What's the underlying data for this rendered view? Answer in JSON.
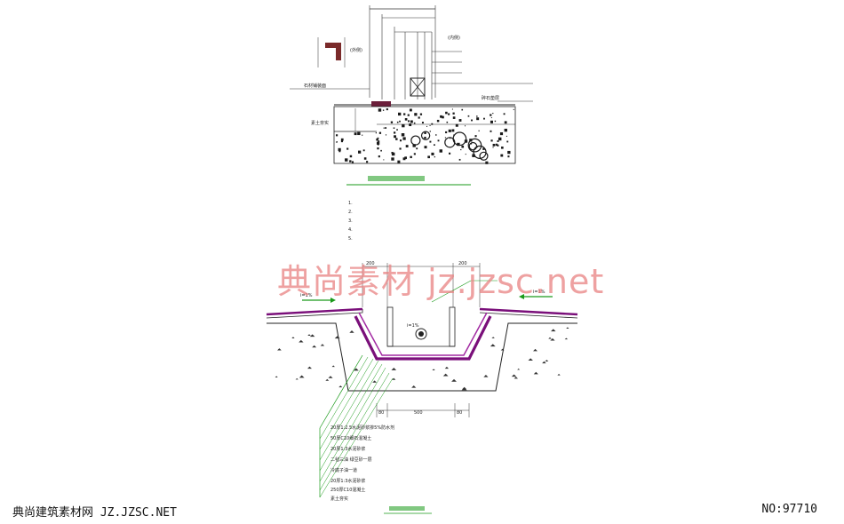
{
  "drawing": {
    "watermark": "典尚素材 jz.jzsc.net",
    "footer_left": "典尚建筑素材网 JZ.JZSC.NET",
    "footer_right": "NO:97710",
    "detail_a": {
      "left_label": "(外侧)",
      "right_label": "(内侧)",
      "labels": [
        "石材铺装面",
        "碎石垫层",
        "素土夯实"
      ],
      "notes": [
        "1.",
        "2.",
        "3.",
        "4.",
        "5."
      ]
    },
    "detail_b": {
      "dims": [
        "200",
        "200",
        "500",
        "80",
        "80"
      ],
      "slopes": [
        "i=1%",
        "i=1%",
        "i=1%"
      ],
      "layers": [
        "20厚1:2.5水泥砂浆掺5%防水剂",
        "50厚C10细石混凝土",
        "20厚1:3水泥砂浆",
        "二毡三油 绿豆砂一层",
        "冷底子油一道",
        "20厚1:3水泥砂浆",
        "250厚C10混凝土",
        "素土夯实"
      ]
    }
  }
}
